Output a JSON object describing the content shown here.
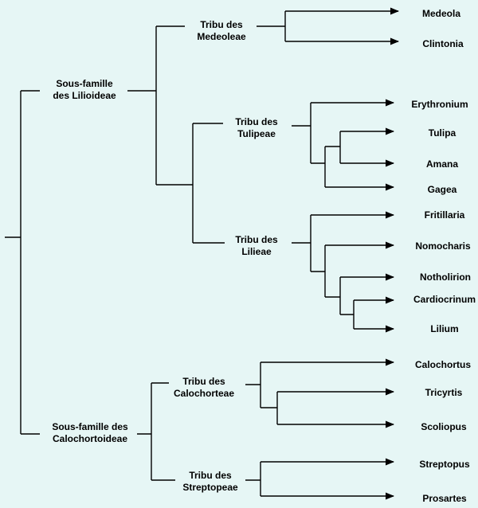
{
  "subfamilies": {
    "lilioideae": [
      "Sous-famille",
      "des Lilioideae"
    ],
    "calochortoideae": [
      "Sous-famille des",
      "Calochortoideae"
    ]
  },
  "tribes": {
    "medeoleae": [
      "Tribu des",
      "Medeoleae"
    ],
    "tulipeae": [
      "Tribu des",
      "Tulipeae"
    ],
    "lilieae": [
      "Tribu des",
      "Lilieae"
    ],
    "calochorteae": [
      "Tribu des",
      "Calochorteae"
    ],
    "streptopeae": [
      "Tribu des",
      "Streptopeae"
    ]
  },
  "genera": {
    "medeola": "Medeola",
    "clintonia": "Clintonia",
    "erythronium": "Erythronium",
    "tulipa": "Tulipa",
    "amana": "Amana",
    "gagea": "Gagea",
    "fritillaria": "Fritillaria",
    "nomocharis": "Nomocharis",
    "notholirion": "Notholirion",
    "cardiocrinum": "Cardiocrinum",
    "lilium": "Lilium",
    "calochortus": "Calochortus",
    "tricyrtis": "Tricyrtis",
    "scoliopus": "Scoliopus",
    "streptopus": "Streptopus",
    "prosartes": "Prosartes"
  },
  "colors": {
    "background": "#e6f6f5",
    "line": "#000000",
    "text": "#000000"
  }
}
